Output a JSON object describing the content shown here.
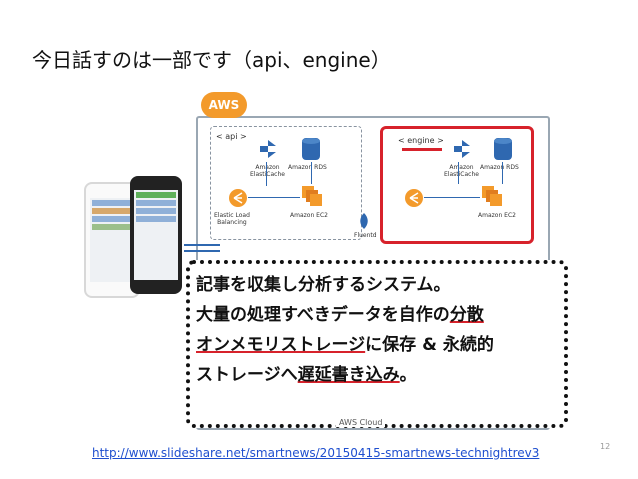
{
  "slide": {
    "title": "今日話すのは一部です（api、engine）",
    "url": "http://www.slideshare.net/smartnews/20150415-smartnews-technightrev3",
    "page_number": "12"
  },
  "diagram": {
    "aws_badge": "AWS",
    "aws_cloud_label": "AWS Cloud",
    "api_label": "< api >",
    "engine_label": "< engine >",
    "labels": {
      "elasticache": "Amazon\nElastiCache",
      "rds": "Amazon RDS",
      "elb": "Elastic Load\nBalancing",
      "ec2": "Amazon EC2",
      "fluentd": "Fluentd"
    },
    "colors": {
      "aws_orange": "#f39a2b",
      "highlight_red": "#d7222b",
      "service_blue": "#2f68b0"
    }
  },
  "callout": {
    "line1": "記事を収集し分析するシステム。",
    "line2_a": "大量の処理すべきデータを自作の",
    "line2_b": "分散",
    "line3_a": "オンメモリストレージ",
    "line3_b": "に保存 & 永続的",
    "line4_a": "ストレージへ",
    "line4_b": "遅延書き込み",
    "line4_c": "。"
  }
}
